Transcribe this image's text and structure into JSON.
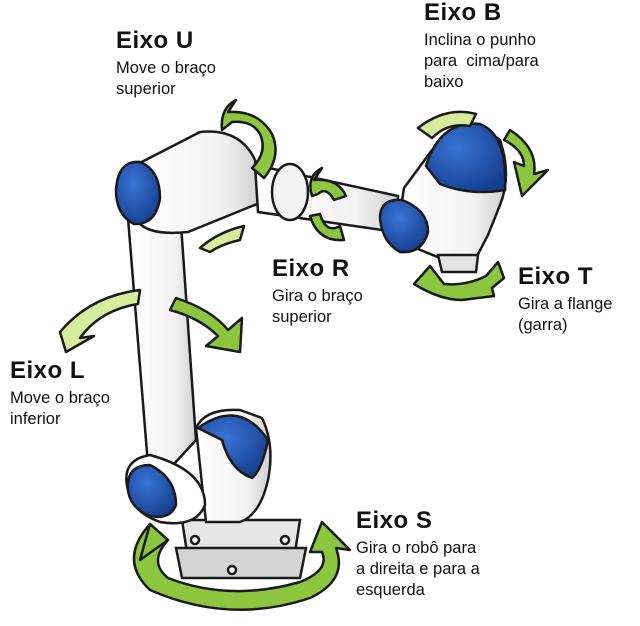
{
  "colors": {
    "arrow_green": "#8cc63f",
    "arrow_light": "#d7ec9a",
    "joint_blue": "#1f56b8",
    "outline": "#1a1a1a",
    "body": "#ffffff",
    "shade": "#d9d9d9"
  },
  "axes": {
    "s": {
      "title": "Eixo S",
      "lines": [
        "Gira o robô para",
        "a direita e para a",
        "esquerda"
      ]
    },
    "l": {
      "title": "Eixo L",
      "lines": [
        "Move o braço",
        "inferior"
      ]
    },
    "u": {
      "title": "Eixo U",
      "lines": [
        "Move o braço",
        "superior"
      ]
    },
    "r": {
      "title": "Eixo R",
      "lines": [
        "Gira o braço",
        "superior"
      ]
    },
    "b": {
      "title": "Eixo B",
      "lines": [
        "Inclina o punho",
        "para  cima/para",
        "baixo"
      ]
    },
    "t": {
      "title": "Eixo T",
      "lines": [
        "Gira a flange",
        "(garra)"
      ]
    }
  }
}
